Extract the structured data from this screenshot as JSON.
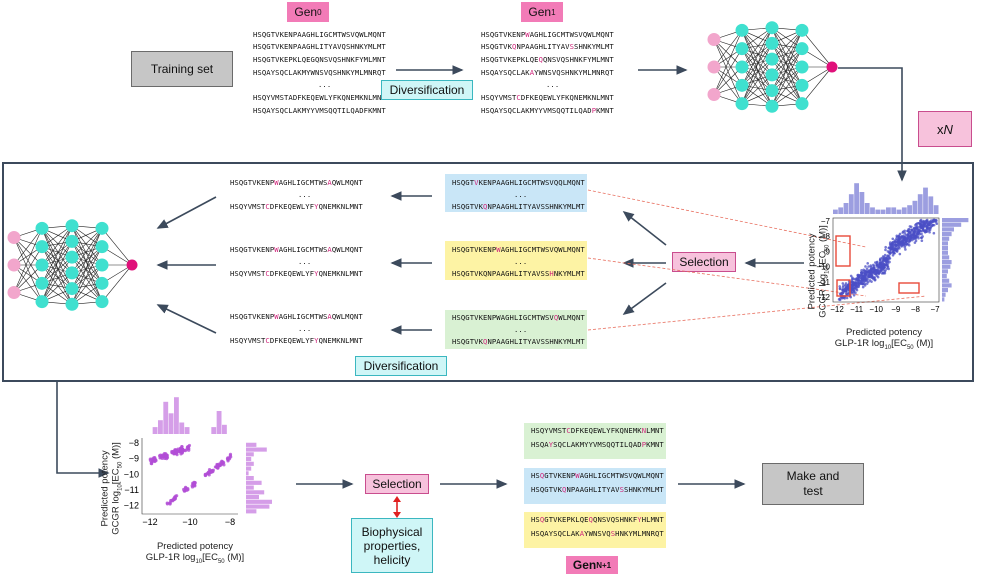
{
  "gen0": {
    "main": "Gen",
    "sub": "0"
  },
  "gen1": {
    "main": "Gen",
    "sub": "1"
  },
  "genN1": {
    "main": "Gen",
    "sub": "N+1"
  },
  "training_set": "Training set",
  "diversification_top": "Diversification",
  "diversification_bottom": "Diversification",
  "xN": {
    "prefix": "x ",
    "var": "N"
  },
  "selection_mid": "Selection",
  "selection_bottom": "Selection",
  "biophysical": {
    "l1": "Biophysical",
    "l2": "properties,",
    "l3": "helicity"
  },
  "make_test": {
    "l1": "Make and",
    "l2": "test"
  },
  "ellipsis": "...",
  "gen0_seqs": [
    "HSQGTVKENPAAGHLIGCMTWSVQWLMQNT",
    "HSQGTVKENPAAGHLITYAVQSHNKYMLMT",
    "HSQGTVKEPKLQEGQNSVQSHNKFYMLMNT",
    "HSQAYSQCLAKMYWNSVQSHNKYMLMNRQT",
    "HSQYVMSTADFKEQEWLYFKQNEMKNLMNT",
    "HSQAYSQCLAKMYYVMSQQTILQADFKMNT"
  ],
  "gen1_seqs": [
    [
      [
        "HSQGTVKENP",
        ""
      ],
      [
        "W",
        "h"
      ],
      [
        "AGHLIGCMTWSVQWLMQNT",
        ""
      ]
    ],
    [
      [
        "HSQGTVK",
        ""
      ],
      [
        "Q",
        "h"
      ],
      [
        "NPAAGHLITYAV",
        ""
      ],
      [
        "S",
        "h"
      ],
      [
        "SHNKYMLMT",
        ""
      ]
    ],
    [
      [
        "HSQGTVKEPKLQE",
        ""
      ],
      [
        "Q",
        "h"
      ],
      [
        "QNSVQSHNKFYMLMNT",
        ""
      ]
    ],
    [
      [
        "HSQAYSQCLAK",
        ""
      ],
      [
        "A",
        "h"
      ],
      [
        "YWNSVQSHNKYMLMNRQT",
        ""
      ]
    ],
    [
      [
        "HSQYVMST",
        ""
      ],
      [
        "C",
        "h"
      ],
      [
        "DFKEQEWLYFKQNEMKNLMNT",
        ""
      ]
    ],
    [
      [
        "HSQAYSQCLAKMYYVMSQQTILQAD",
        ""
      ],
      [
        "P",
        "h"
      ],
      [
        "KMNT",
        ""
      ]
    ]
  ],
  "mid_left_seqs": [
    [
      [
        [
          "HSQGTVKENP",
          ""
        ],
        [
          "W",
          "h"
        ],
        [
          "AGHLIGCMTWS",
          ""
        ],
        [
          "A",
          "h"
        ],
        [
          "QWLMQNT",
          ""
        ]
      ],
      [
        [
          "HSQYVMST",
          ""
        ],
        [
          "C",
          "h"
        ],
        [
          "DFKEQEWLYF",
          ""
        ],
        [
          "Y",
          "h"
        ],
        [
          "QNEMKNLMNT",
          ""
        ]
      ]
    ],
    [
      [
        [
          "HSQGTVKENP",
          ""
        ],
        [
          "W",
          "h"
        ],
        [
          "AGHLIGCMTWS",
          ""
        ],
        [
          "A",
          "h"
        ],
        [
          "QWLMQNT",
          ""
        ]
      ],
      [
        [
          "HSQYVMST",
          ""
        ],
        [
          "C",
          "h"
        ],
        [
          "DFKEQEWLYF",
          ""
        ],
        [
          "Y",
          "h"
        ],
        [
          "QNEMKNLMNT",
          ""
        ]
      ]
    ],
    [
      [
        [
          "HSQGTVKENP",
          ""
        ],
        [
          "W",
          "h"
        ],
        [
          "AGHLIGCMTWS",
          ""
        ],
        [
          "A",
          "h"
        ],
        [
          "QWLMQNT",
          ""
        ]
      ],
      [
        [
          "HSQYVMST",
          ""
        ],
        [
          "C",
          "h"
        ],
        [
          "DFKEQEWLYF",
          ""
        ],
        [
          "Y",
          "h"
        ],
        [
          "QNEMKNLMNT",
          ""
        ]
      ]
    ]
  ],
  "mid_right_seqs": [
    [
      [
        [
          "HSQGT",
          ""
        ],
        [
          "V",
          "h"
        ],
        [
          "KENPAAGHLIGCMTWSVQQLMQNT",
          ""
        ]
      ],
      [
        [
          "HSQGTVK",
          ""
        ],
        [
          "Q",
          "h"
        ],
        [
          "NPAAGHLITYAVSSHNKYMLMT",
          ""
        ]
      ]
    ],
    [
      [
        [
          "HSQGTVKENP",
          ""
        ],
        [
          "W",
          "h"
        ],
        [
          "AGHLIGCMTWSVQWLMQNT",
          ""
        ]
      ],
      [
        [
          "HSQGTVKQNPAAGHLITYAVSS",
          ""
        ],
        [
          "H",
          "h"
        ],
        [
          "NKYMLMT",
          ""
        ]
      ]
    ],
    [
      [
        [
          "HSQGTVKENPWAGHLIGCMTWSV",
          ""
        ],
        [
          "Q",
          "h"
        ],
        [
          "WLMQNT",
          ""
        ]
      ],
      [
        [
          "HSQGTVK",
          ""
        ],
        [
          "Q",
          "h"
        ],
        [
          "NPAAGHLITYAVSSHNKYMLMT",
          ""
        ]
      ]
    ]
  ],
  "final_seqs": [
    [
      [
        [
          "HSQYVMST",
          ""
        ],
        [
          "C",
          "h"
        ],
        [
          "DFKEQEWLYFKQNEMK",
          ""
        ],
        [
          "N",
          "h"
        ],
        [
          "LMNT",
          ""
        ]
      ],
      [
        [
          "HSQA",
          ""
        ],
        [
          "Y",
          "h"
        ],
        [
          "SQCLAKMYYVMSQQTILQAD",
          ""
        ],
        [
          "P",
          "h"
        ],
        [
          "KMNT",
          ""
        ]
      ]
    ],
    [
      [
        [
          "HS",
          ""
        ],
        [
          "Q",
          "h"
        ],
        [
          "GTVKENP",
          ""
        ],
        [
          "W",
          "h"
        ],
        [
          "AGHLIGCMTWSVQWLMQNT",
          ""
        ]
      ],
      [
        [
          "HSQGTVK",
          ""
        ],
        [
          "Q",
          "h"
        ],
        [
          "NPAAGHLITYAV",
          ""
        ],
        [
          "S",
          "h"
        ],
        [
          "SHNKYMLMT",
          ""
        ]
      ]
    ],
    [
      [
        [
          "HS",
          ""
        ],
        [
          "Q",
          "h"
        ],
        [
          "GTVKEPKLQE",
          ""
        ],
        [
          "Q",
          "h"
        ],
        [
          "QNSVQSHNKF",
          ""
        ],
        [
          "Y",
          "h"
        ],
        [
          "HLMNT",
          ""
        ]
      ],
      [
        [
          "HSQAYSQCLAK",
          ""
        ],
        [
          "A",
          "h"
        ],
        [
          "YWNSVQ",
          ""
        ],
        [
          "S",
          "h"
        ],
        [
          "HNKYMLMNRQT",
          ""
        ]
      ]
    ]
  ],
  "plot_top": {
    "ylabel_l1": "Predicted potency",
    "ylabel_l2": "GCGR log",
    "ylabel_sub": "10",
    "ylabel_l2b": "[EC",
    "ylabel_sub2": "50",
    "ylabel_l2c": " (M)]",
    "xlabel_l1": "Predicted potency",
    "xlabel_l2": "GLP-1R log",
    "xlabel_sub": "10",
    "xlabel_l2b": "[EC",
    "xlabel_sub2": "50",
    "xlabel_l2c": " (M)]",
    "xticks": [
      "−12",
      "−11",
      "−10",
      "−9",
      "−8",
      "−7"
    ],
    "yticks": [
      "−7",
      "−8",
      "−9",
      "−10",
      "−11",
      "−12"
    ],
    "point_color": "#4b4fc6"
  },
  "plot_bottom": {
    "ylabel_l1": "Predicted potency",
    "ylabel_l2": "GCGR log",
    "ylabel_sub": "10",
    "ylabel_l2b": "[EC",
    "ylabel_sub2": "50",
    "ylabel_l2c": " (M)]",
    "xlabel_l1": "Predicted potency",
    "xlabel_l2": "GLP-1R log",
    "xlabel_sub": "10",
    "xlabel_l2b": "[EC",
    "xlabel_sub2": "50",
    "xlabel_l2c": " (M)]",
    "xticks": [
      "−12",
      "−10",
      "−8"
    ],
    "yticks": [
      "−8",
      "−9",
      "−10",
      "−11",
      "−12"
    ],
    "point_color": "#b24ed6"
  },
  "colors": {
    "pink_node": "#f2a6cc",
    "cyan_node": "#3fe0cf",
    "magenta_out": "#e0107a",
    "blue_panel": "#c9e6f7",
    "yellow_panel": "#fdf3a4",
    "green_panel": "#d9f1d3",
    "arrow": "#3c4a5c"
  }
}
